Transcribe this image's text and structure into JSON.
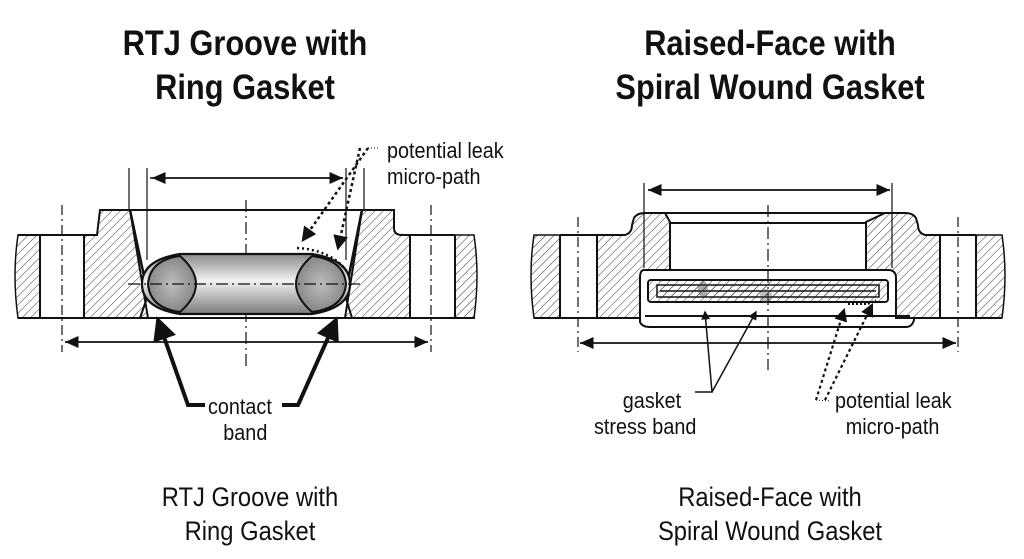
{
  "left_panel": {
    "title_line1": "RTJ Groove with",
    "title_line2": "Ring Gasket",
    "caption_line1": "RTJ Groove with",
    "caption_line2": "Ring Gasket",
    "labels": {
      "leak_line1": "potential leak",
      "leak_line2": "micro-path",
      "contact_line1": "contact",
      "contact_line2": "band"
    }
  },
  "right_panel": {
    "title_line1": "Raised-Face with",
    "title_line2": "Spiral Wound Gasket",
    "caption_line1": "Raised-Face with",
    "caption_line2": "Spiral Wound Gasket",
    "labels": {
      "stress_line1": "gasket",
      "stress_line2": "stress band",
      "leak_line1": "potential leak",
      "leak_line2": "micro-path"
    }
  },
  "colors": {
    "ink": "#111111",
    "gasket_gray": "#9a9a9a",
    "background": "#ffffff"
  }
}
